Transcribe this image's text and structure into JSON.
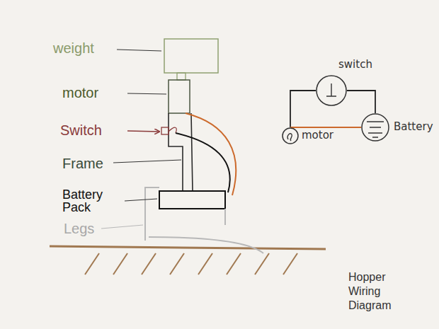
{
  "diagram": {
    "title": "Hopper Wiring Diagram",
    "nodes": [
      {
        "text": [
          "switch"
        ]
      },
      {
        "text": [
          "motor"
        ]
      },
      {
        "text": [
          "Battery"
        ]
      }
    ],
    "edges": [
      {
        "from": 0,
        "to": 1,
        "arrow": "none"
      },
      {
        "from": 0,
        "to": 2,
        "arrow": "none"
      },
      {
        "from": 2,
        "to": 1,
        "arrow": "none"
      }
    ],
    "labels": [
      "weight",
      "motor",
      "Switch",
      "Frame",
      "Battery Pack",
      "Legs"
    ]
  }
}
